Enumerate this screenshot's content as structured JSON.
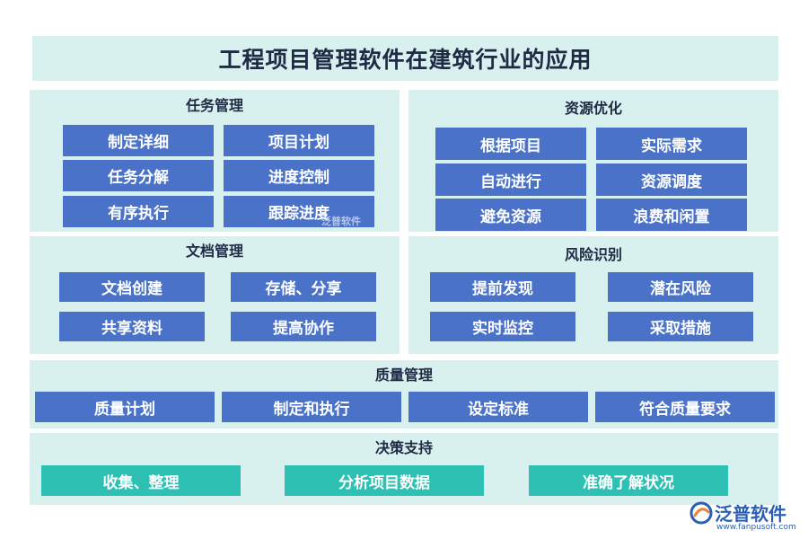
{
  "title": "工程项目管理软件在建筑行业的应用",
  "sections": {
    "task": {
      "title": "任务管理",
      "items": [
        "制定详细",
        "项目计划",
        "任务分解",
        "进度控制",
        "有序执行",
        "跟踪进度"
      ]
    },
    "resource": {
      "title": "资源优化",
      "items": [
        "根据项目",
        "实际需求",
        "自动进行",
        "资源调度",
        "避免资源",
        "浪费和闲置"
      ]
    },
    "document": {
      "title": "文档管理",
      "items": [
        "文档创建",
        "存储、分享",
        "共享资料",
        "提高协作"
      ]
    },
    "risk": {
      "title": "风险识别",
      "items": [
        "提前发现",
        "潜在风险",
        "实时监控",
        "采取措施"
      ]
    },
    "quality": {
      "title": "质量管理",
      "items": [
        "质量计划",
        "制定和执行",
        "设定标准",
        "符合质量要求"
      ]
    },
    "decision": {
      "title": "决策支持",
      "items": [
        "收集、整理",
        "分析项目数据",
        "准确了解状况"
      ]
    }
  },
  "watermark": {
    "center": "泛普软件",
    "logo_name": "泛普软件",
    "logo_url": "www.fanpusoft.com"
  },
  "colors": {
    "panel": "#d8f0ee",
    "blue_box": "#4a72c9",
    "teal_box": "#2ec0b3",
    "title_text": "#1f2a44"
  }
}
